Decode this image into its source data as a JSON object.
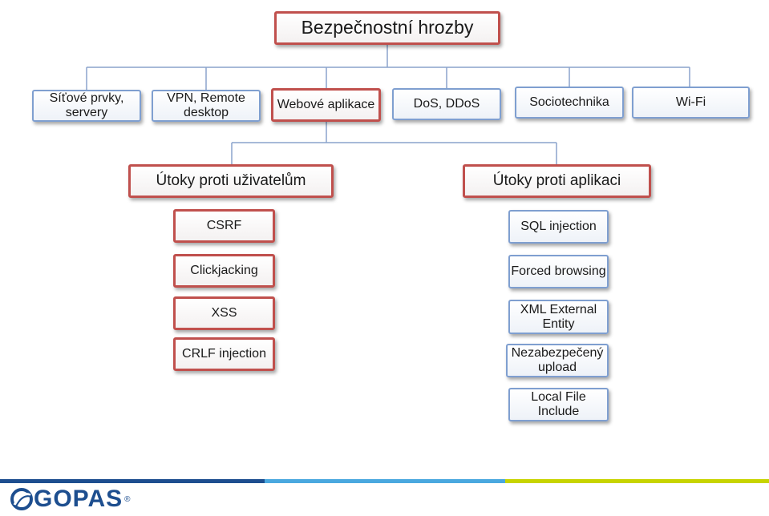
{
  "title": "Bezpečnostní hrozby",
  "categories": [
    "Síťové prvky, servery",
    "VPN, Remote desktop",
    "Webové aplikace",
    "DoS, DDoS",
    "Sociotechnika",
    "Wi-Fi"
  ],
  "branches": {
    "users": {
      "label": "Útoky proti uživatelům",
      "items": [
        "CSRF",
        "Clickjacking",
        "XSS",
        "CRLF injection"
      ]
    },
    "app": {
      "label": "Útoky proti aplikaci",
      "items": [
        "SQL injection",
        "Forced browsing",
        "XML External Entity",
        "Nezabezpečený upload",
        "Local File Include"
      ]
    }
  },
  "footer": {
    "logo": "GOPAS",
    "registered": "®"
  },
  "colors": {
    "blue_border": "#7f9fd0",
    "red_border": "#c0504d",
    "connector": "#8aa3cc",
    "logo": "#1d4e8f"
  }
}
